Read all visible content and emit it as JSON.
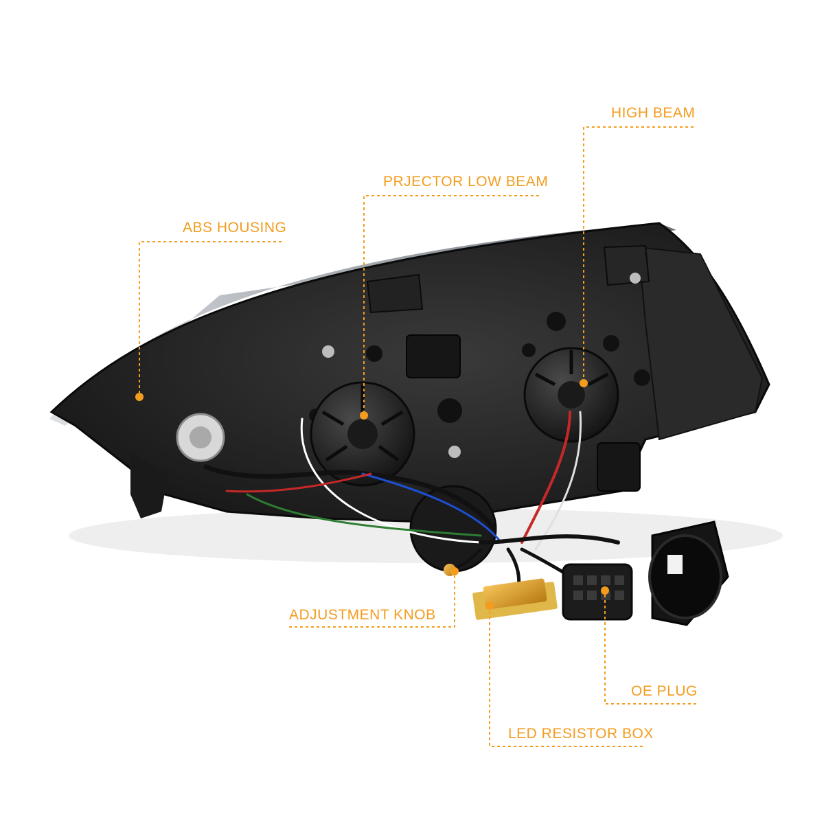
{
  "colors": {
    "accent": "#f39c1e",
    "background": "#ffffff",
    "housing": "#1c1c1c"
  },
  "callouts": [
    {
      "id": "abs-housing",
      "text": "ABS HOUSING"
    },
    {
      "id": "projector-low-beam",
      "text": "PRJECTOR LOW BEAM"
    },
    {
      "id": "high-beam",
      "text": "HIGH BEAM"
    },
    {
      "id": "adjustment-knob",
      "text": "ADJUSTMENT KNOB"
    },
    {
      "id": "oe-plug",
      "text": "OE PLUG"
    },
    {
      "id": "led-resistor-box",
      "text": "LED RESISTOR BOX"
    }
  ]
}
